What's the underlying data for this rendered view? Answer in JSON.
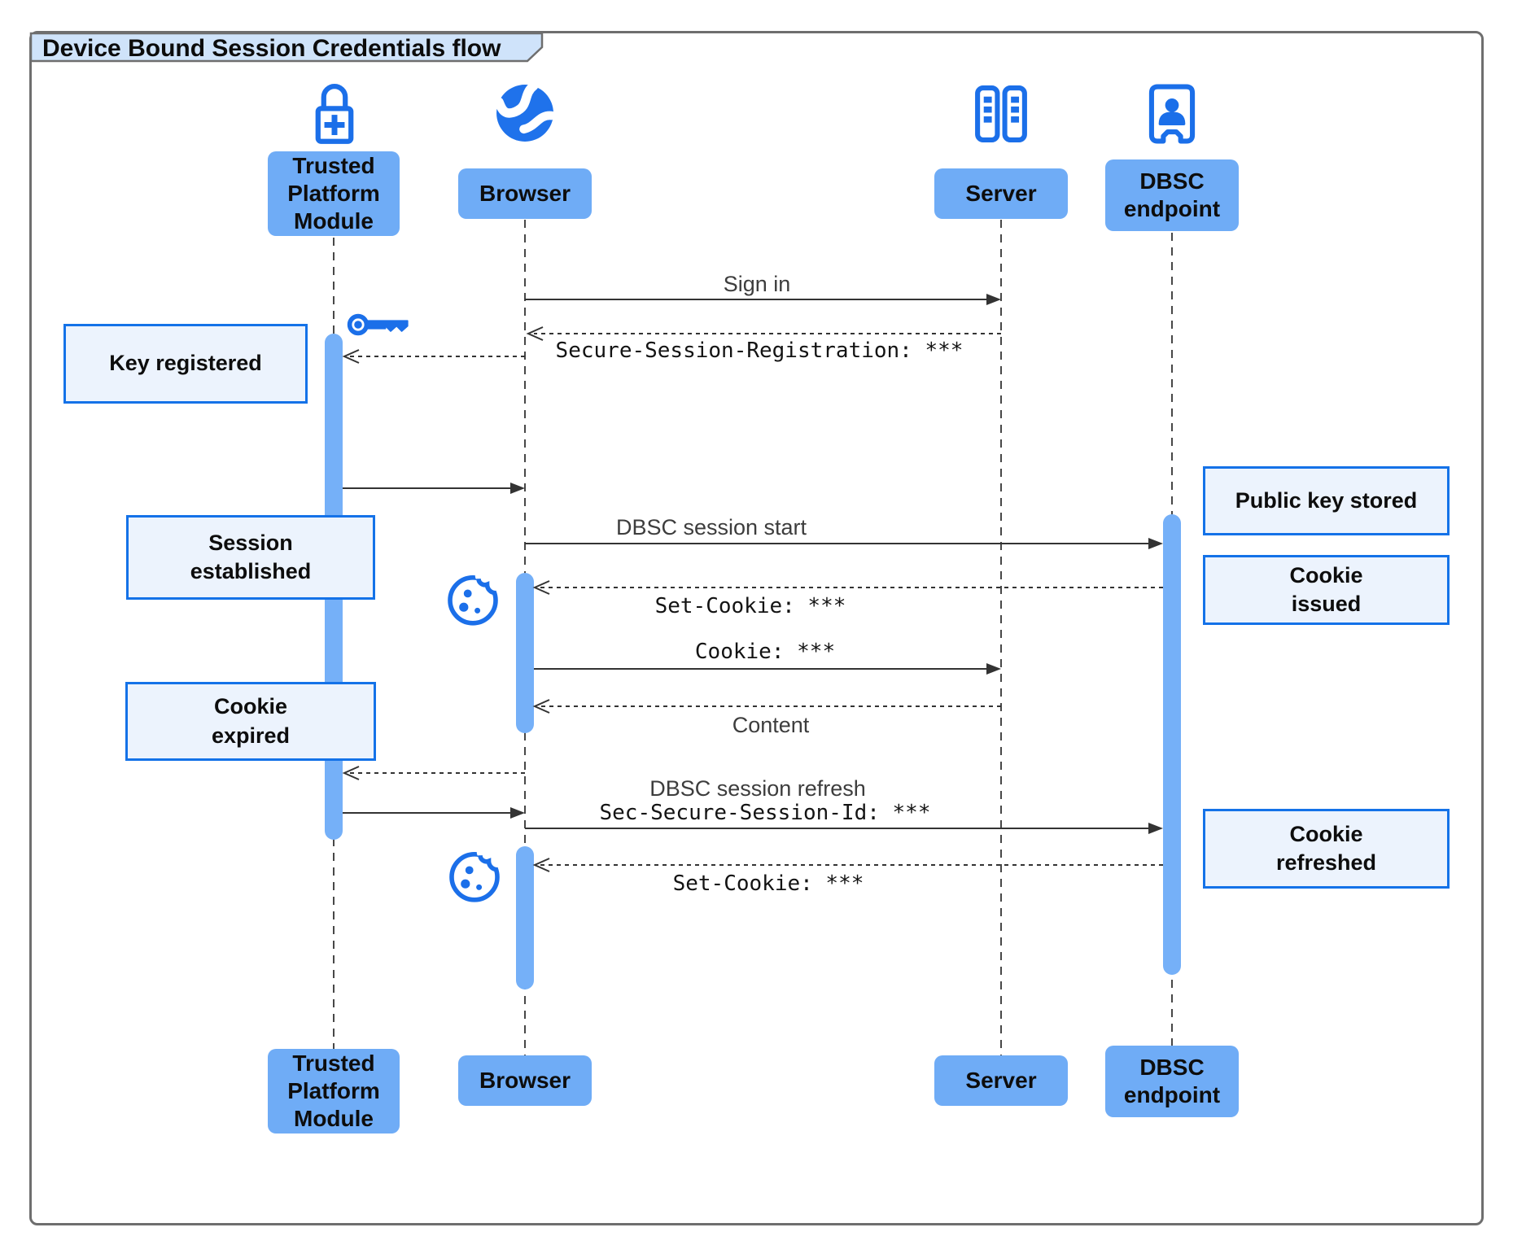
{
  "diagram_title": "Device Bound Session Credentials flow",
  "participants": {
    "tpm": {
      "label": "Trusted Platform Module",
      "icon": "lock-plus-icon"
    },
    "browser": {
      "label": "Browser",
      "icon": "globe-icon"
    },
    "server": {
      "label": "Server",
      "icon": "server-racks-icon"
    },
    "dbsc": {
      "label": "DBSC endpoint",
      "icon": "door-person-icon"
    }
  },
  "messages": {
    "sign_in": "Sign in",
    "secure_session_registration": "Secure-Session-Registration: ***",
    "dbsc_session_start": "DBSC session start",
    "set_cookie_1": "Set-Cookie: ***",
    "cookie": "Cookie: ***",
    "content": "Content",
    "dbsc_session_refresh": "DBSC session refresh",
    "sec_secure_session_id": "Sec-Secure-Session-Id: ***",
    "set_cookie_2": "Set-Cookie: ***"
  },
  "notes": {
    "key_registered": "Key registered",
    "session_established": "Session established",
    "cookie_expired": "Cookie expired",
    "public_key_stored": "Public key stored",
    "cookie_issued": "Cookie issued",
    "cookie_refreshed": "Cookie refreshed"
  },
  "colors": {
    "participant_fill": "#6FACF6",
    "activation_fill": "#75B0F8",
    "note_fill": "#ECF3FD",
    "note_border": "#1472E8",
    "icon_blue": "#1B6FE9",
    "line": "#333333",
    "title_fill": "#CFE3FA",
    "frame_border": "#6E6E6E"
  }
}
